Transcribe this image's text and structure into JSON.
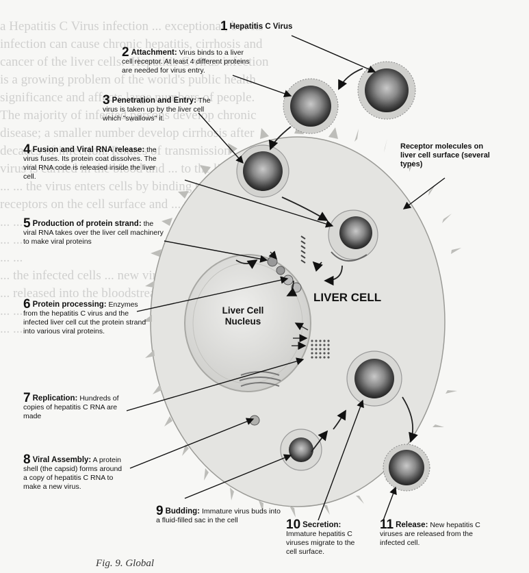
{
  "labels": [
    {
      "num": "1",
      "title": "Hepatitis C Virus",
      "text": ""
    },
    {
      "num": "2",
      "title": "Attachment:",
      "text": "Virus binds to a liver cell receptor. At least 4 different proteins are needed for virus entry."
    },
    {
      "num": "3",
      "title": "Penetration and Entry:",
      "text": "The virus is taken up by the liver cell which \"swallows\" it."
    },
    {
      "num": "4",
      "title": "Fusion and Viral RNA release:",
      "text": "the virus fuses. Its protein coat dissolves. The viral RNA code is released inside the liver cell."
    },
    {
      "num": "5",
      "title": "Production of protein strand:",
      "text": "the viral RNA takes over the liver cell machinery to make viral proteins"
    },
    {
      "num": "6",
      "title": "Protein processing:",
      "text": "Enzymes from the hepatitis C virus and the infected liver cell cut the protein strand into various viral proteins."
    },
    {
      "num": "7",
      "title": "Replication:",
      "text": "Hundreds of copies of hepatitis C RNA are made"
    },
    {
      "num": "8",
      "title": "Viral Assembly:",
      "text": "A protein shell (the capsid) forms around a copy of hepatitis C RNA to make a new virus."
    },
    {
      "num": "9",
      "title": "Budding:",
      "text": "Immature virus buds into a fluid-filled sac in the cell"
    },
    {
      "num": "10",
      "title": "Secretion:",
      "text": "Immature hepatitis C viruses migrate to the cell surface."
    },
    {
      "num": "11",
      "title": "Release:",
      "text": "New hepatitis C viruses are released from the infected cell."
    }
  ],
  "receptor_label": "Receptor molecules on liver cell surface (several types)",
  "liver_cell_label": "LIVER CELL",
  "nucleus_label": "Liver Cell Nucleus",
  "caption": "Fig. 9. Global",
  "colors": {
    "cell": "#e2e2df",
    "virus": "#555555",
    "arrow": "#111111"
  }
}
